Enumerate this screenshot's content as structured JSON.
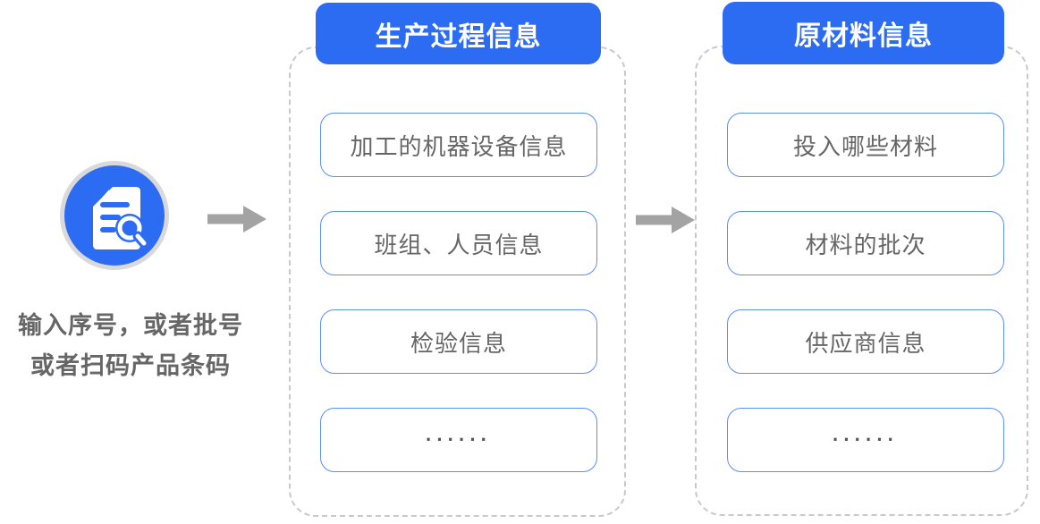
{
  "diagram": {
    "input": {
      "icon": "document-search-icon",
      "label_line1": "输入序号，或者批号",
      "label_line2": "或者扫码产品条码"
    },
    "columns": [
      {
        "id": "production-process",
        "header": "生产过程信息",
        "items": [
          "加工的机器设备信息",
          "班组、人员信息",
          "检验信息",
          "······"
        ]
      },
      {
        "id": "raw-materials",
        "header": "原材料信息",
        "items": [
          "投入哪些材料",
          "材料的批次",
          "供应商信息",
          "······"
        ]
      }
    ],
    "colors": {
      "primary_blue": "#2c6cf2",
      "box_border_blue": "#5b8df8",
      "text_gray": "#666666",
      "arrow_gray": "#a3a3a3",
      "dashed_gray": "#c9c9c9",
      "icon_ring_gray": "#d9d9d9"
    }
  }
}
